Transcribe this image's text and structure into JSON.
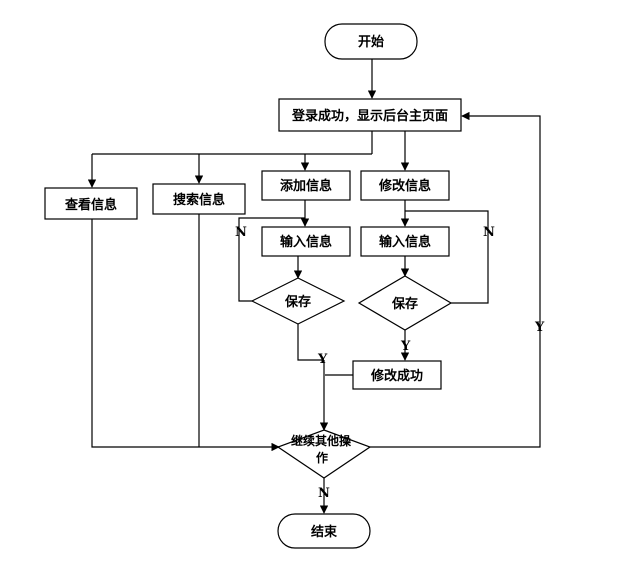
{
  "flowchart": {
    "start": "开始",
    "login": "登录成功，显示后台主页面",
    "view": "查看信息",
    "search": "搜索信息",
    "add": "添加信息",
    "modify": "修改信息",
    "input_left": "输入信息",
    "input_right": "输入信息",
    "save_left": "保存",
    "save_right": "保存",
    "modify_success": "修改成功",
    "continue_line1": "继续其他操",
    "continue_line2": "作",
    "end": "结束",
    "labels": {
      "n_left": "N",
      "n_right": "N",
      "y_left": "Y",
      "y_right": "Y",
      "y_loop": "Y",
      "n_end": "N"
    }
  }
}
